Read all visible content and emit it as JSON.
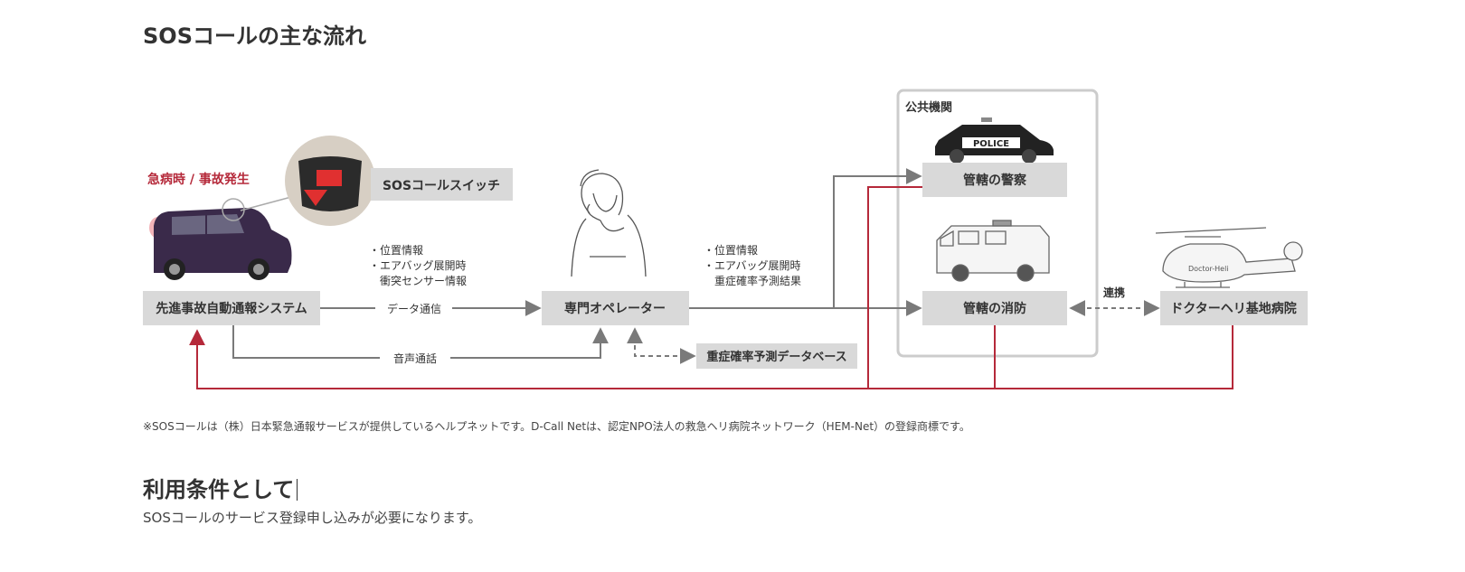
{
  "heading": "SOSコールの主な流れ",
  "diagram": {
    "emergency_label": "急病時 / 事故発生",
    "sos_switch": "SOSコールスイッチ",
    "info_car": [
      "・位置情報",
      "・エアバッグ展開時",
      "　衝突センサー情報"
    ],
    "info_operator": [
      "・位置情報",
      "・エアバッグ展開時",
      "　重症確率予測結果"
    ],
    "system": "先進事故自動通報システム",
    "data_comm": "データ通信",
    "voice_comm": "音声通話",
    "operator": "専門オペレーター",
    "database": "重症確率予測データベース",
    "public_agency": "公共機関",
    "police_car_text": "POLICE",
    "police": "管轄の警察",
    "fire": "管轄の消防",
    "cooperation": "連携",
    "hospital": "ドクターヘリ基地病院",
    "heli_text": "Doctor-Heli"
  },
  "footnote": "※SOSコールは（株）日本緊急通報サービスが提供しているヘルプネットです。D-Call Netは、認定NPO法人の救急ヘリ病院ネットワーク（HEM-Net）の登録商標です。",
  "heading2": "利用条件として",
  "body": "SOSコールのサービス登録申し込みが必要になります。",
  "colors": {
    "red": "#b5293a",
    "gray_box": "#d9d9d9",
    "line": "#7a7a7a"
  }
}
